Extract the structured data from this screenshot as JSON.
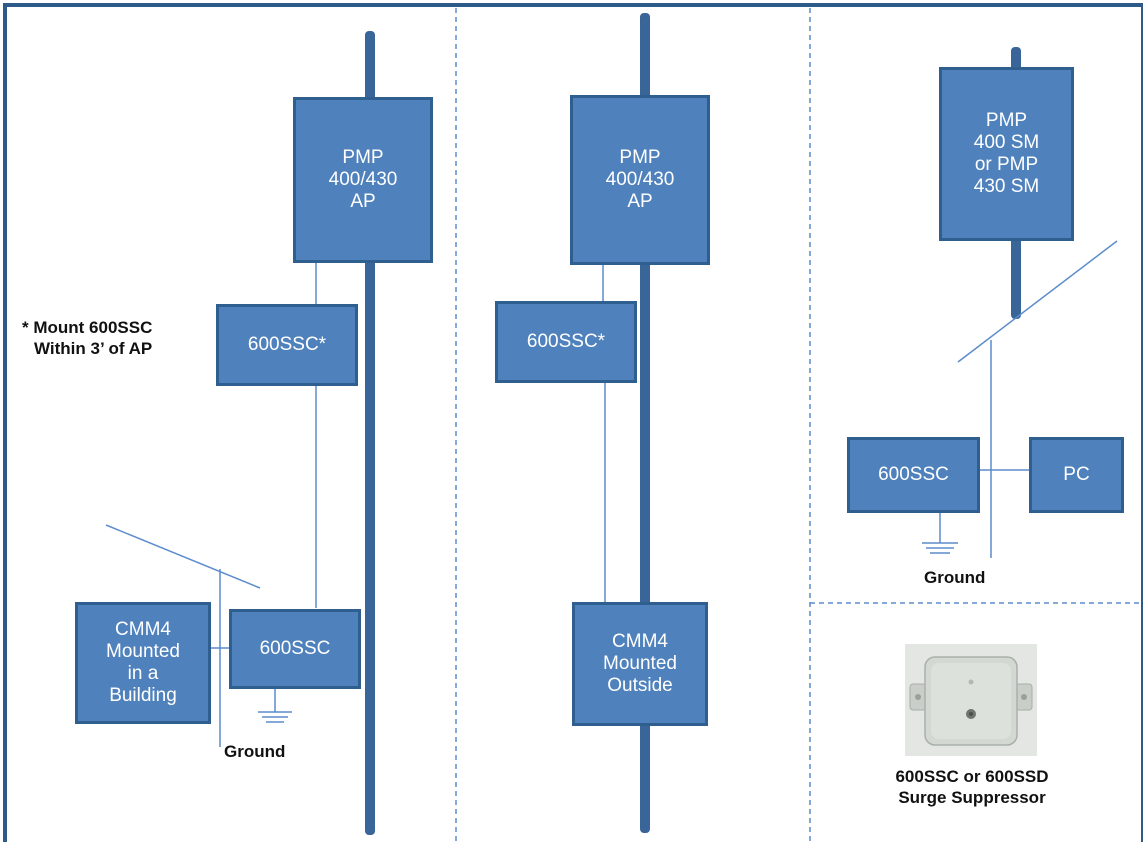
{
  "panels": {
    "left": {
      "ap_box": [
        "PMP",
        "400/430",
        "AP"
      ],
      "ssc_top": "600SSC*",
      "mount_note": [
        "* Mount 600SSC",
        "Within 3’ of AP"
      ],
      "cmm4_box": [
        "CMM4",
        "Mounted",
        "in a",
        "Building"
      ],
      "ssc_bottom": "600SSC",
      "ground_label": "Ground"
    },
    "middle": {
      "ap_box": [
        "PMP",
        "400/430",
        "AP"
      ],
      "ssc_top": "600SSC*",
      "cmm4_box": [
        "CMM4",
        "Mounted",
        "Outside"
      ]
    },
    "right": {
      "sm_box": [
        "PMP",
        "400 SM",
        "or PMP",
        "430 SM"
      ],
      "ssc_box": "600SSC",
      "pc_box": "PC",
      "ground_label": "Ground",
      "photo_caption": [
        "600SSC or 600SSD",
        "Surge Suppressor"
      ]
    }
  },
  "colors": {
    "box_fill": "#4f81bd",
    "box_border": "#2f5f8f",
    "pole": "#3a6599",
    "frame": "#2e5a8a",
    "wire": "#5b8ccc",
    "divider": "#5b8ccc"
  }
}
